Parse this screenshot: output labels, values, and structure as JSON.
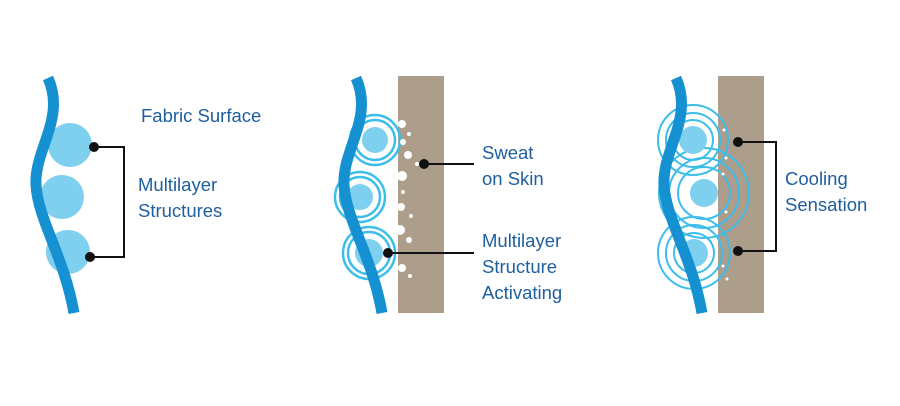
{
  "panel_1": {
    "label_fabric_surface": "Fabric Surface",
    "label_multilayer_line1": "Multilayer",
    "label_multilayer_line2": "Structures"
  },
  "panel_2": {
    "label_sweat_line1": "Sweat",
    "label_sweat_line2": "on Skin",
    "label_activating_line1": "Multilayer",
    "label_activating_line2": "Structure",
    "label_activating_line3": "Activating"
  },
  "panel_3": {
    "label_cooling_line1": "Cooling",
    "label_cooling_line2": "Sensation"
  },
  "colors": {
    "fabric_blue": "#1591d1",
    "bubble_fill": "#7fd0ef",
    "ring_stroke": "#3dbde9",
    "skin_tan": "#ad9d8b",
    "text_blue": "#1f5fa0",
    "connector": "#111111"
  }
}
